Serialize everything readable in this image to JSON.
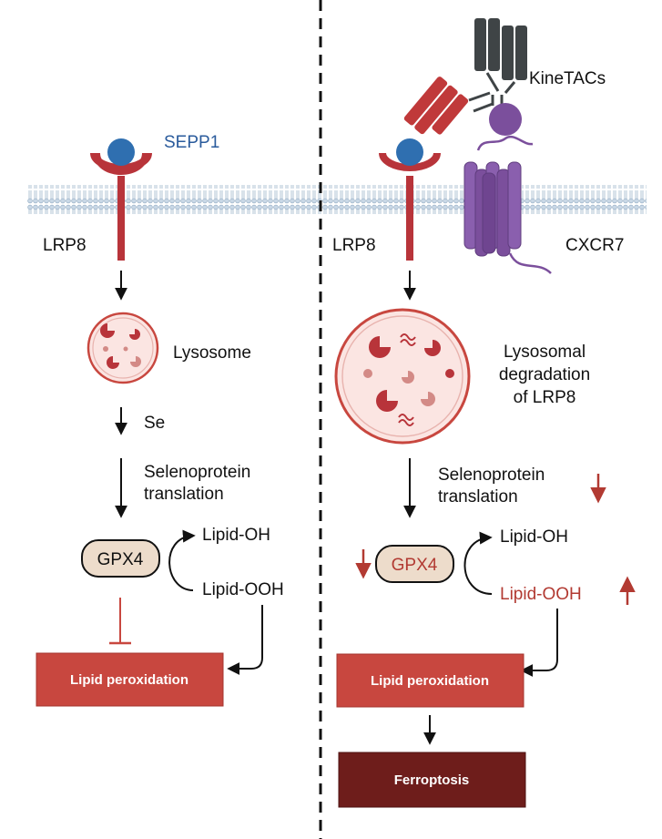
{
  "left": {
    "ligand_label": "SEPP1",
    "receptor_label": "LRP8",
    "lysosome_label": "Lysosome",
    "se_label": "Se",
    "translation_line1": "Selenoprotein",
    "translation_line2": "translation",
    "enzyme_label": "GPX4",
    "product_label": "Lipid-OH",
    "substrate_label": "Lipid-OOH",
    "outcome_label": "Lipid peroxidation"
  },
  "right": {
    "drug_label": "KineTACs",
    "receptor_label": "LRP8",
    "cxcr7_label": "CXCR7",
    "lysosome_line1": "Lysosomal",
    "lysosome_line2": "degradation",
    "lysosome_line3": "of LRP8",
    "translation_line1": "Selenoprotein",
    "translation_line2": "translation",
    "enzyme_label": "GPX4",
    "product_label": "Lipid-OH",
    "substrate_label": "Lipid-OOH",
    "outcome_label": "Lipid peroxidation",
    "final_label": "Ferroptosis"
  },
  "colors": {
    "receptor": "#b8343a",
    "ligand": "#2f6fb0",
    "membrane": "#9fb7cc",
    "cxcr7": "#7b4f9c",
    "kinetac_dark": "#3f4446",
    "kinetac_red": "#c0393a",
    "box": "#c8473f",
    "box_dark": "#6e1d1b",
    "gpx4_fill": "#eddccb",
    "down_up_arrow": "#b23a32"
  }
}
